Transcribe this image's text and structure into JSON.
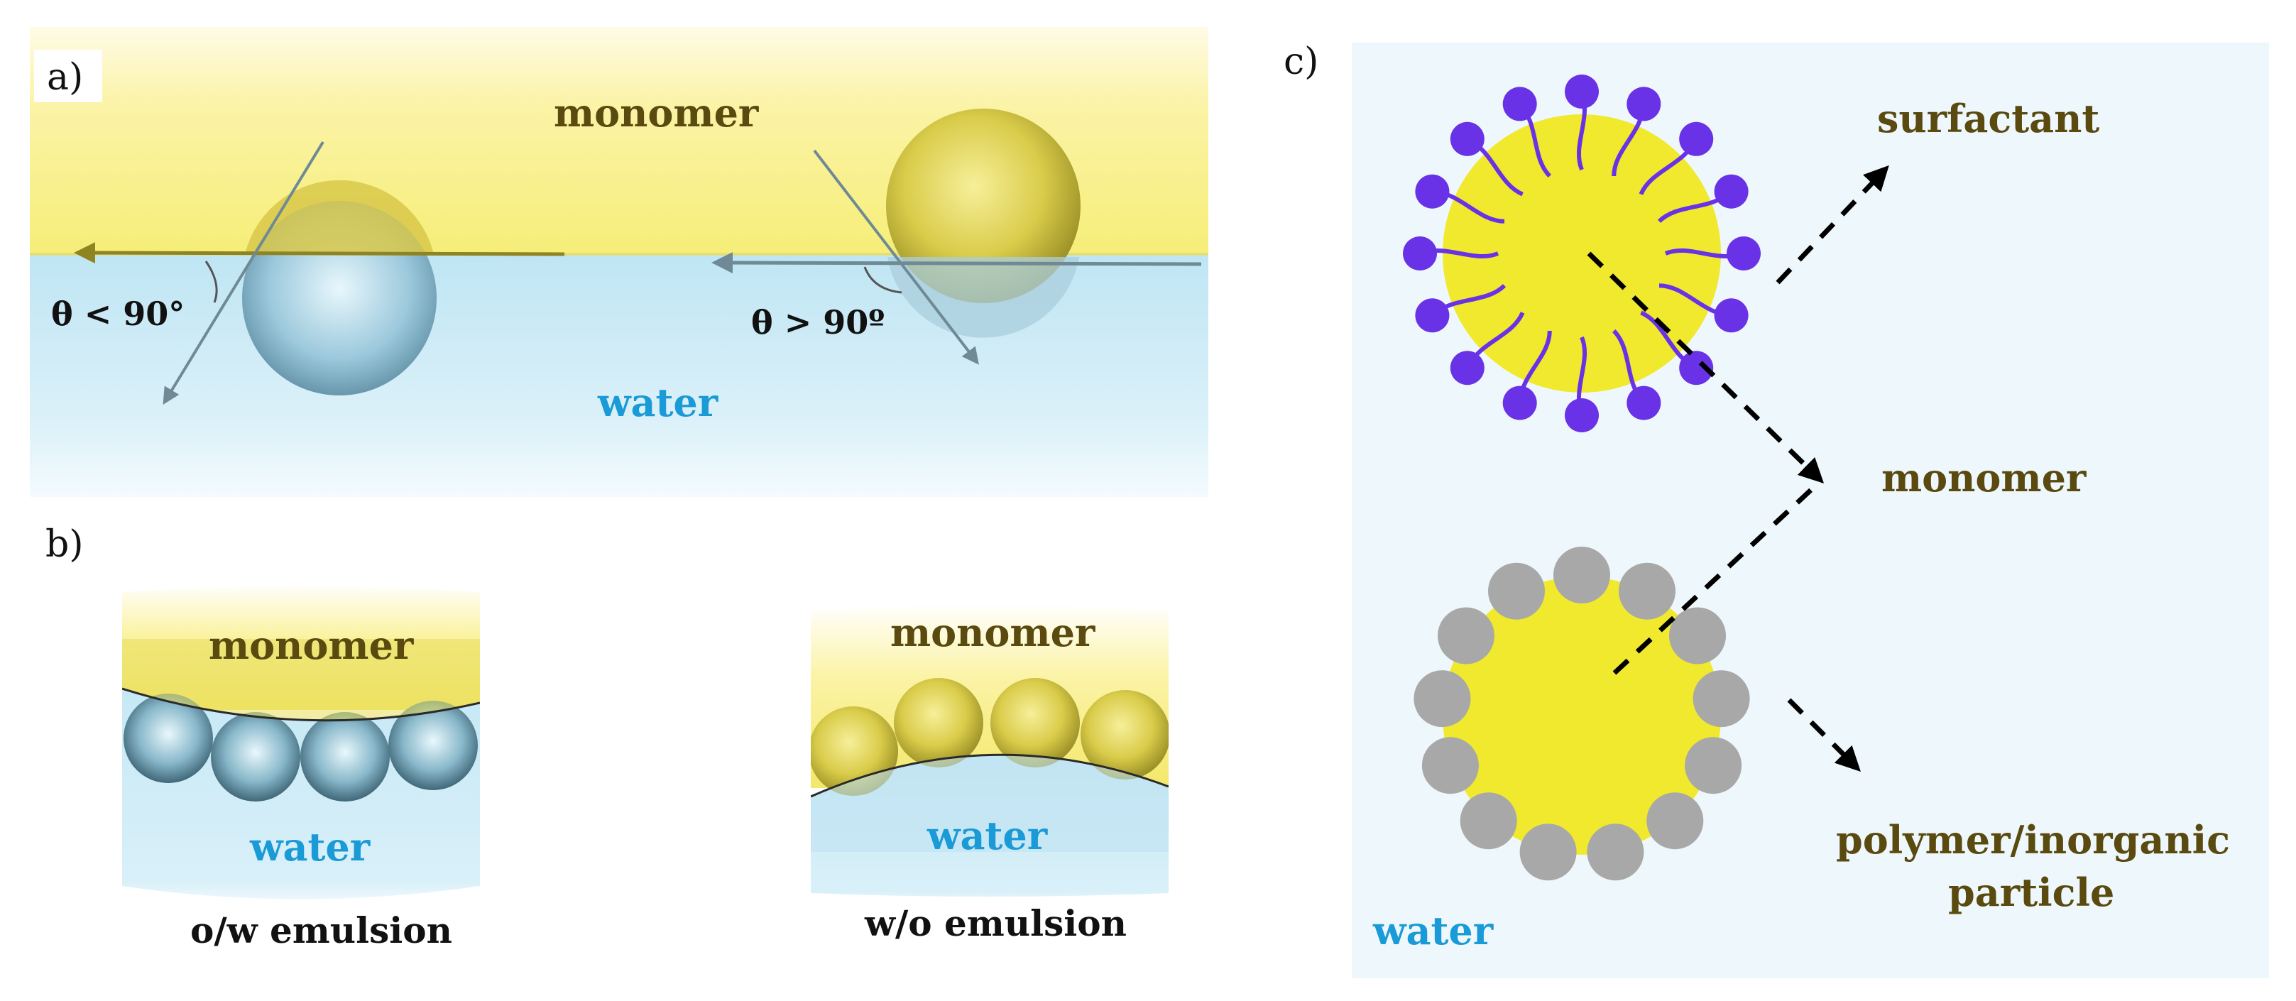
{
  "panel_a": {
    "tag": "a)",
    "monomer_label": "monomer",
    "water_label": "water",
    "angle_left": "θ < 90°",
    "angle_right": "θ > 90º"
  },
  "panel_b": {
    "tag": "b)",
    "left": {
      "monomer_label": "monomer",
      "water_label": "water",
      "caption": "o/w emulsion"
    },
    "right": {
      "monomer_label": "monomer",
      "water_label": "water",
      "caption": "w/o emulsion"
    }
  },
  "panel_c": {
    "tag": "c)",
    "surfactant_label": "surfactant",
    "monomer_label": "monomer",
    "particle_label_line1": "polymer/inorganic",
    "particle_label_line2": "particle",
    "water_label": "water"
  },
  "colors": {
    "monomer_yellow": "#f2ea4a",
    "water_blue": "#cdebf6",
    "surfactant_purple": "#6a32e6",
    "particle_gray": "#a8a8a8",
    "label_brown": "#5a4a10",
    "label_blue": "#1a9ad6"
  }
}
